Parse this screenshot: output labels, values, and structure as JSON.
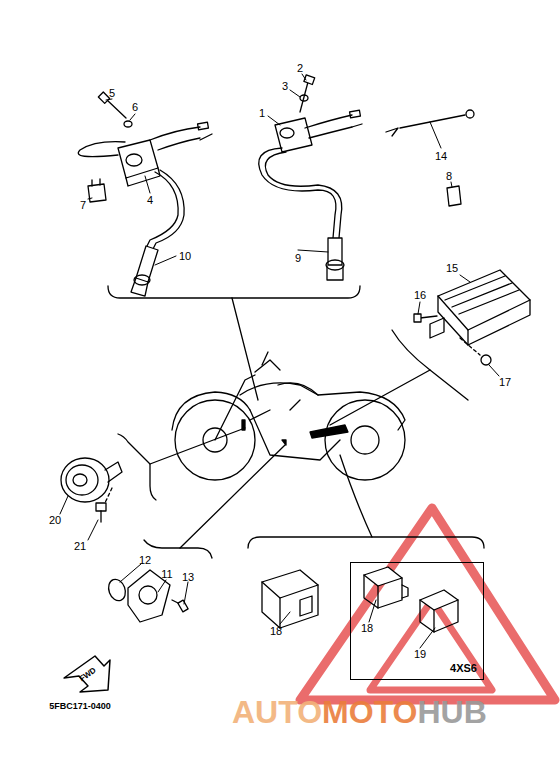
{
  "diagram": {
    "nodes": [
      {
        "text": [
          "4XS6"
        ]
      }
    ],
    "labels": [
      "5",
      "6",
      "4",
      "7",
      "10",
      "2",
      "3",
      "1",
      "14",
      "9",
      "8",
      "15",
      "16",
      "17",
      "20",
      "21",
      "12",
      "11",
      "13",
      "18",
      "18",
      "19",
      "FWD",
      "5FBC171-0400",
      "AUTO",
      "MOTO",
      "HUB"
    ]
  }
}
